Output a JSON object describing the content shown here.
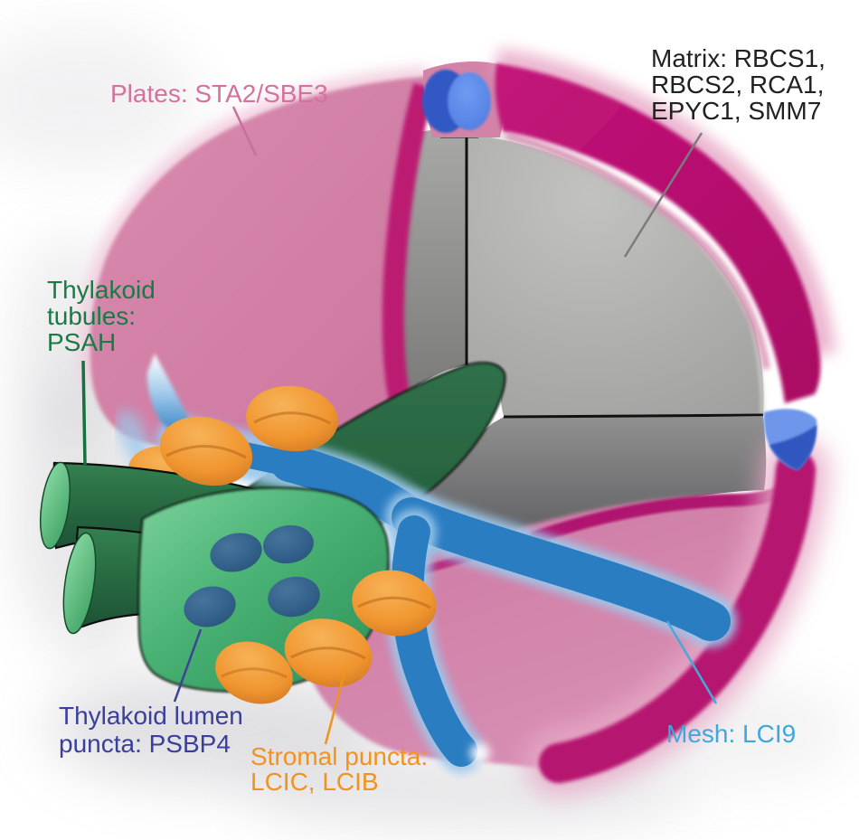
{
  "diagram": {
    "description": "Cutaway illustration of a pyrenoid with labeled sub-structures",
    "background_color": "#ffffff",
    "labels": {
      "plates": {
        "text": "Plates: STA2/SBE3",
        "color": "#d4719e",
        "leader_color": "#c86f9e"
      },
      "matrix": {
        "lines": [
          "Matrix: RBCS1,",
          "RBCS2, RCA1,",
          "EPYC1, SMM7"
        ],
        "color": "#212121",
        "leader_color": "#7c7c7c"
      },
      "thylakoid_tubules": {
        "lines": [
          "Thylakoid",
          "tubules:",
          "PSAH"
        ],
        "color": "#1a7a46",
        "leader_color": "#15713f"
      },
      "thylakoid_lumen_puncta": {
        "lines": [
          "Thylakoid lumen",
          "puncta: PSBP4"
        ],
        "color": "#3a3f9c",
        "leader_color": "#3c4296"
      },
      "stromal_puncta": {
        "lines": [
          "Stromal puncta:",
          "LCIC, LCIB"
        ],
        "color": "#f2921f",
        "leader_color": "#f0921e"
      },
      "mesh": {
        "text": "Mesh: LCI9",
        "color": "#3ea8dd",
        "leader_color": "#45a9da"
      }
    },
    "structures": {
      "plates_fill": "#d384a8",
      "plates_edge": "#bb1672",
      "matrix_fill": "#b0b0ae",
      "matrix_cut_fill": "#7f7f7d",
      "mesh_fill": "#2c7ec4",
      "thylakoid_tubule_fill": "#2d6b45",
      "thylakoid_tubule_light_fill": "#58c07e",
      "lumen_puncta_fill": "#32618c",
      "stromal_puncta_fill": "#ee912c",
      "plate_junction_fill": "#5d8cec"
    }
  }
}
